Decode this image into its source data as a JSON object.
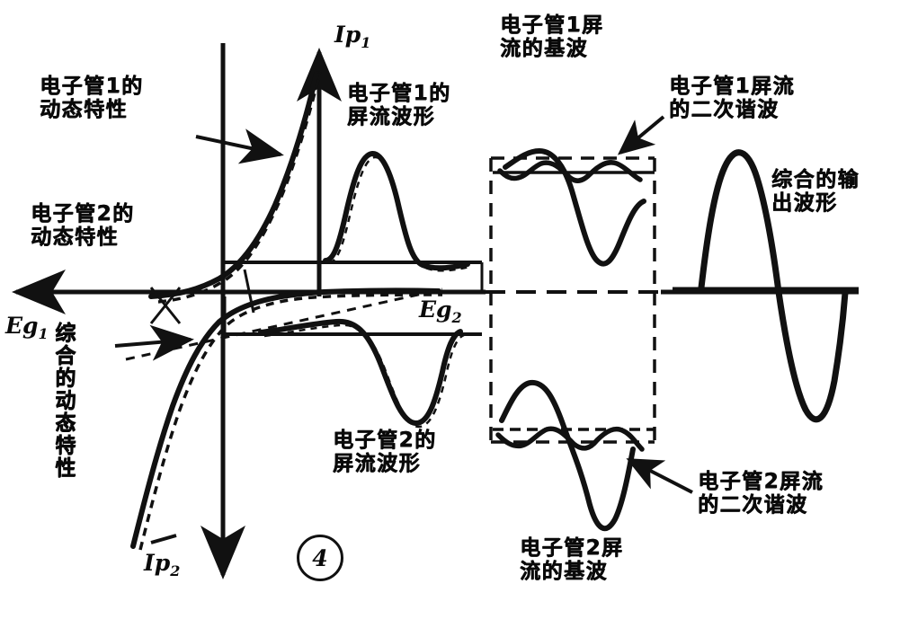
{
  "figure": {
    "number": "4",
    "domain_type": "diagram"
  },
  "axes": {
    "ip1_label": "Ip",
    "ip1_sub": "1",
    "ip2_label": "Ip",
    "ip2_sub": "2",
    "eg1_label": "Eg",
    "eg1_sub": "1",
    "eg2_label": "Eg",
    "eg2_sub": "2"
  },
  "annotations": {
    "tube1_dynamic": "电子管1的\n动态特性",
    "tube2_dynamic": "电子管2的\n动态特性",
    "combined_dynamic": "综合的动态特性",
    "tube1_plate_wave": "电子管1的\n屏流波形",
    "tube2_plate_wave": "电子管2的\n屏流波形",
    "tube1_fundamental": "电子管1屏\n流的基波",
    "tube2_fundamental": "电子管2屏\n流的基波",
    "tube1_second_harmonic": "电子管1屏流\n的二次谐波",
    "tube2_second_harmonic": "电子管2屏流\n的二次谐波",
    "combined_output": "综合的输\n出波形"
  },
  "chart_data": {
    "type": "line",
    "title": "推挽放大器动态特性与屏流波形合成图",
    "description": "Hand-drawn figure showing two vacuum tube dynamic transfer characteristics, their plate current waveforms, fundamental and second-harmonic components, and the combined output waveform.",
    "xlabel": "Eg",
    "ylabel": "Ip",
    "grid": false,
    "legend": "none",
    "series": [
      {
        "name": "电子管1的动态特性",
        "note": "rising exponential transfer curve for tube 1"
      },
      {
        "name": "电子管2的动态特性",
        "note": "mirrored exponential transfer curve for tube 2"
      },
      {
        "name": "综合的动态特性",
        "note": "linearized composite characteristic (dashed)"
      },
      {
        "name": "电子管1的屏流波形",
        "note": "positive-going distorted half wave"
      },
      {
        "name": "电子管2的屏流波形",
        "note": "negative-going distorted half wave"
      },
      {
        "name": "电子管1屏流的基波",
        "note": "fundamental sine component, tube 1"
      },
      {
        "name": "电子管1屏流的二次谐波",
        "note": "second harmonic, twice frequency, tube 1"
      },
      {
        "name": "电子管2屏流的基波",
        "note": "fundamental sine component, tube 2"
      },
      {
        "name": "电子管2屏流的二次谐波",
        "note": "second harmonic, twice frequency, tube 2"
      },
      {
        "name": "综合的输出波形",
        "note": "combined symmetric output sine wave"
      }
    ]
  }
}
